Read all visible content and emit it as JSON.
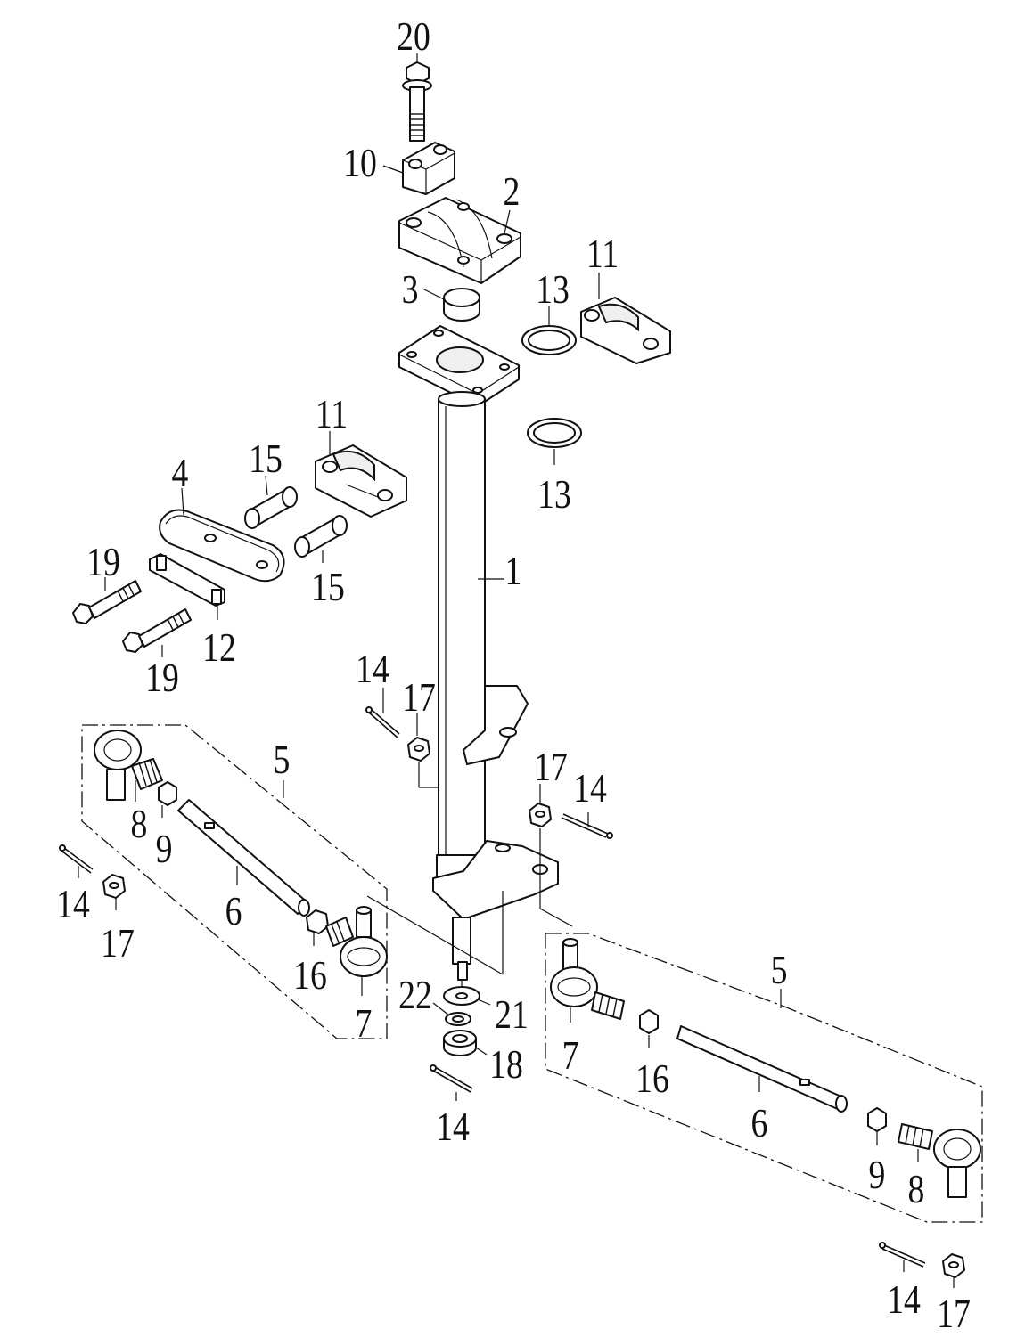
{
  "diagram": {
    "type": "exploded-parts-view",
    "callouts": {
      "c1": "1",
      "c2": "2",
      "c3": "3",
      "c4": "4",
      "c5_left": "5",
      "c5_right": "5",
      "c6_left": "6",
      "c6_right": "6",
      "c7_left": "7",
      "c7_right": "7",
      "c8_left": "8",
      "c8_right": "8",
      "c9_left": "9",
      "c9_right": "9",
      "c10": "10",
      "c11_top": "11",
      "c11_mid": "11",
      "c12": "12",
      "c13_top": "13",
      "c13_bottom": "13",
      "c14_center": "14",
      "c14_right": "14",
      "c14_left": "14",
      "c14_bottom": "14",
      "c14_bottom_right": "14",
      "c15_top": "15",
      "c15_bottom": "15",
      "c16_left": "16",
      "c16_right": "16",
      "c17_center": "17",
      "c17_right": "17",
      "c17_left": "17",
      "c17_bottom_right": "17",
      "c18": "18",
      "c19_top": "19",
      "c19_bottom": "19",
      "c20": "20",
      "c21": "21",
      "c22": "22"
    }
  }
}
